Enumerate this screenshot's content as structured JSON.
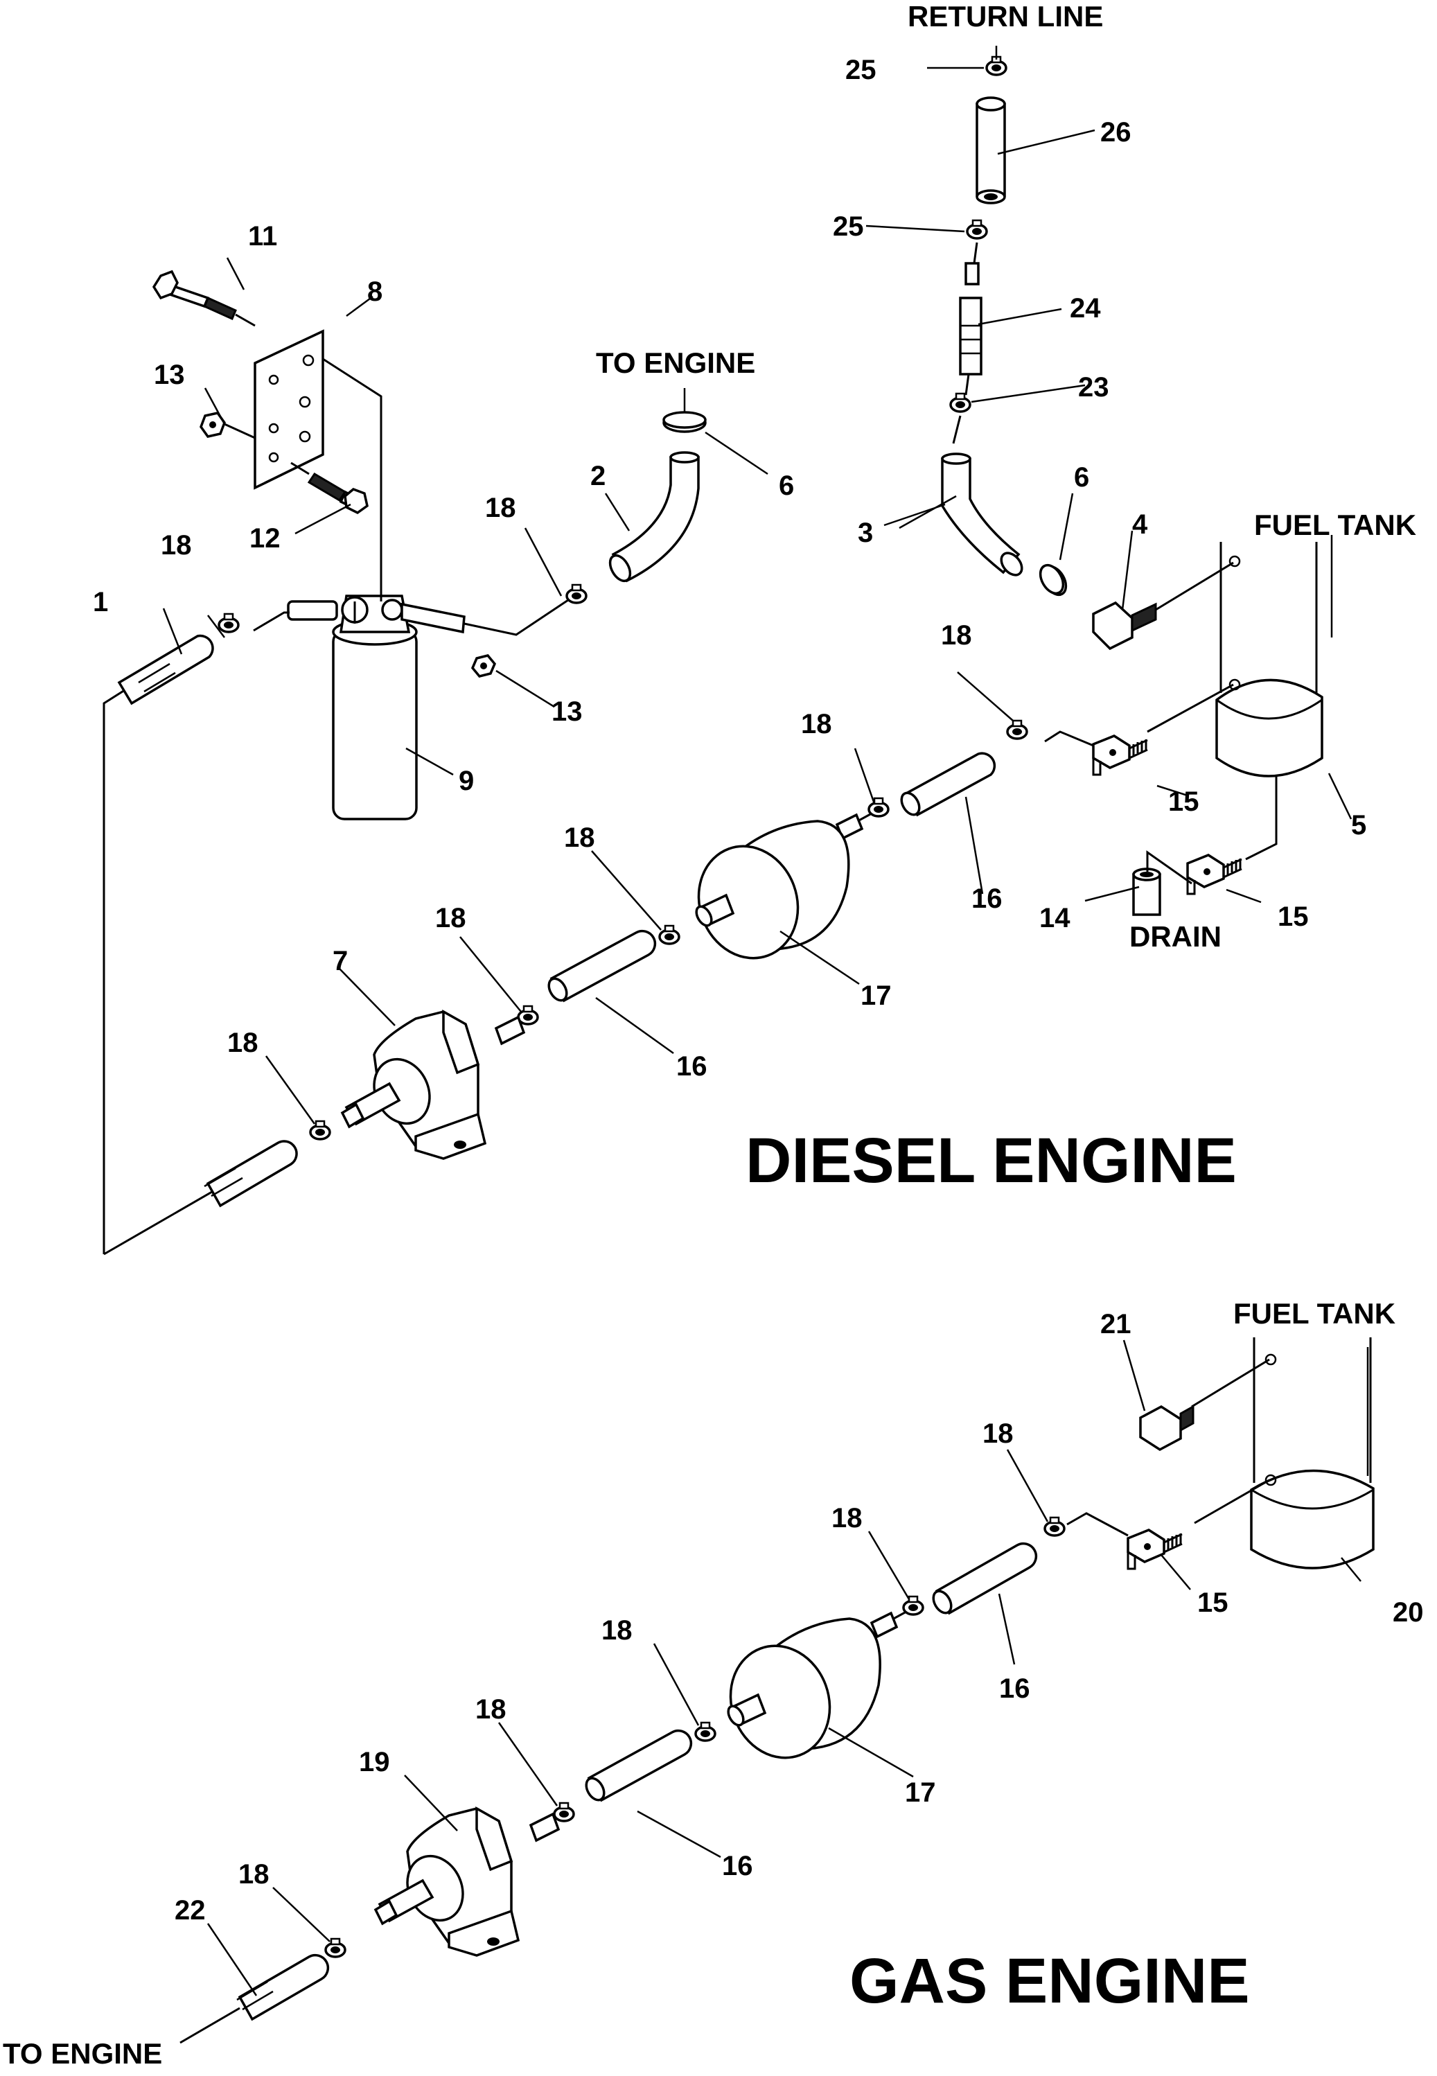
{
  "diagram": {
    "diesel": {
      "title": "DIESEL ENGINE",
      "labels": {
        "return_line": "RETURN LINE",
        "to_engine": "TO ENGINE",
        "fuel_tank": "FUEL TANK",
        "drain": "DRAIN"
      },
      "callouts": {
        "c1": "1",
        "c2": "2",
        "c3": "3",
        "c4": "4",
        "c5": "5",
        "c6a": "6",
        "c6b": "6",
        "c7": "7",
        "c8": "8",
        "c9": "9",
        "c11": "11",
        "c12": "12",
        "c13a": "13",
        "c13b": "13",
        "c14": "14",
        "c15a": "15",
        "c15b": "15",
        "c16a": "16",
        "c16b": "16",
        "c17": "17",
        "c18a": "18",
        "c18b": "18",
        "c18c": "18",
        "c18d": "18",
        "c18e": "18",
        "c18f": "18",
        "c18g": "18",
        "c23": "23",
        "c24": "24",
        "c25a": "25",
        "c25b": "25",
        "c26": "26"
      }
    },
    "gas": {
      "title": "GAS ENGINE",
      "labels": {
        "fuel_tank": "FUEL TANK",
        "to_engine": "TO ENGINE"
      },
      "callouts": {
        "c15": "15",
        "c16a": "16",
        "c16b": "16",
        "c17": "17",
        "c18a": "18",
        "c18b": "18",
        "c18c": "18",
        "c18d": "18",
        "c18e": "18",
        "c19": "19",
        "c20": "20",
        "c21": "21",
        "c22": "22"
      }
    }
  }
}
